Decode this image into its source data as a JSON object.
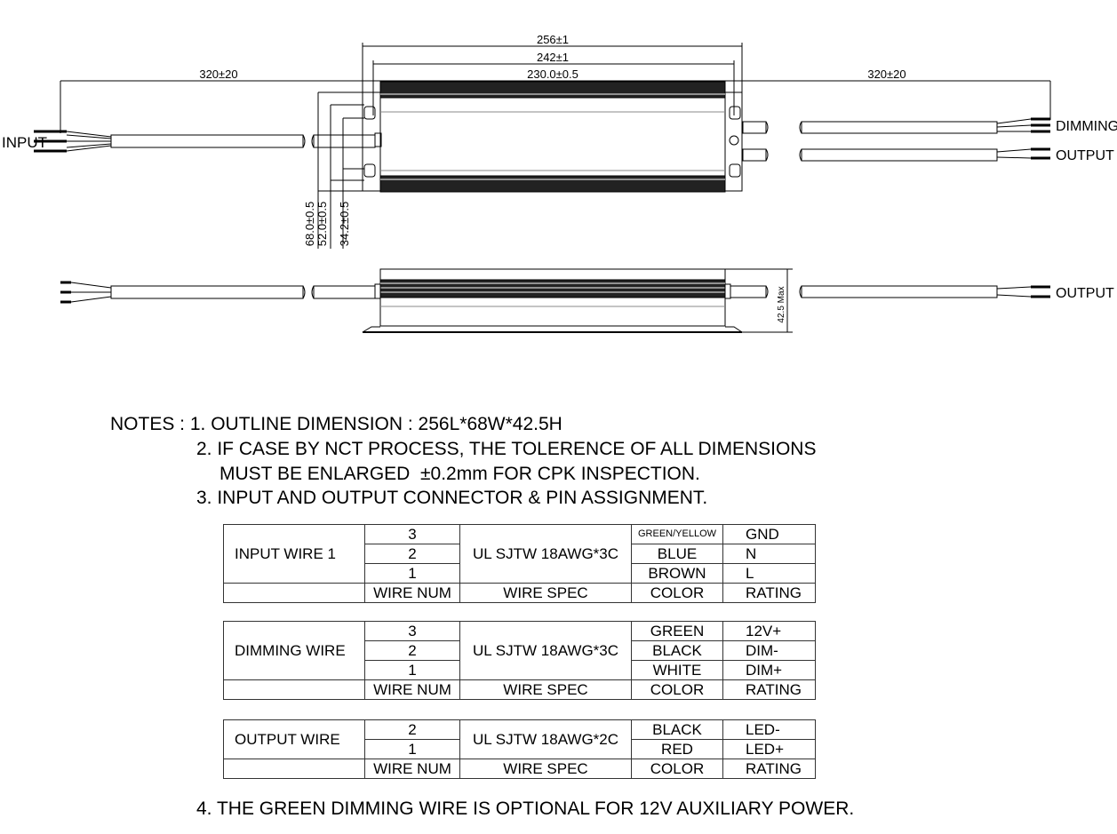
{
  "drawing": {
    "dims": {
      "overall_length": "256±1",
      "mount_length": "242±1",
      "body_length": "230.0±0.5",
      "input_cable": "320±20",
      "output_cable": "320±20",
      "width_overall": "68.0±0.5",
      "width_2": "52.0±0.5",
      "width_3": "34.2±0.5",
      "height": "42.5 Max"
    },
    "labels": {
      "input": "INPUT",
      "dimming": "DIMMING",
      "output_top": "OUTPUT",
      "output_side": "OUTPUT"
    }
  },
  "notes": {
    "line1": "NOTES : 1. OUTLINE DIMENSION : 256L*68W*42.5H",
    "line2": "2. IF CASE BY NCT PROCESS, THE TOLERENCE OF ALL DIMENSIONS",
    "line3": "MUST BE ENLARGED  ±0.2mm FOR CPK INSPECTION.",
    "line4": "3. INPUT AND OUTPUT CONNECTOR & PIN ASSIGNMENT.",
    "line5": "4. THE GREEN DIMMING WIRE IS OPTIONAL FOR 12V AUXILIARY POWER."
  },
  "tables": {
    "input": {
      "label": "INPUT WIRE  1",
      "spec": "UL SJTW 18AWG*3C",
      "rows": [
        {
          "num": "3",
          "color": "GREEN/YELLOW",
          "rating": "GND"
        },
        {
          "num": "2",
          "color": "BLUE",
          "rating": "N"
        },
        {
          "num": "1",
          "color": "BROWN",
          "rating": "L"
        }
      ],
      "header": {
        "num": "WIRE NUM",
        "spec": "WIRE SPEC",
        "color": "COLOR",
        "rating": "RATING"
      }
    },
    "dimming": {
      "label": "DIMMING WIRE",
      "spec": "UL SJTW 18AWG*3C",
      "rows": [
        {
          "num": "3",
          "color": "GREEN",
          "rating": "12V+"
        },
        {
          "num": "2",
          "color": "BLACK",
          "rating": "DIM-"
        },
        {
          "num": "1",
          "color": "WHITE",
          "rating": "DIM+"
        }
      ],
      "header": {
        "num": "WIRE NUM",
        "spec": "WIRE SPEC",
        "color": "COLOR",
        "rating": "RATING"
      }
    },
    "output": {
      "label": "OUTPUT WIRE",
      "spec": "UL SJTW 18AWG*2C",
      "rows": [
        {
          "num": "2",
          "color": "BLACK",
          "rating": "LED-"
        },
        {
          "num": "1",
          "color": "RED",
          "rating": "LED+"
        }
      ],
      "header": {
        "num": "WIRE NUM",
        "spec": "WIRE SPEC",
        "color": "COLOR",
        "rating": "RATING"
      }
    }
  }
}
